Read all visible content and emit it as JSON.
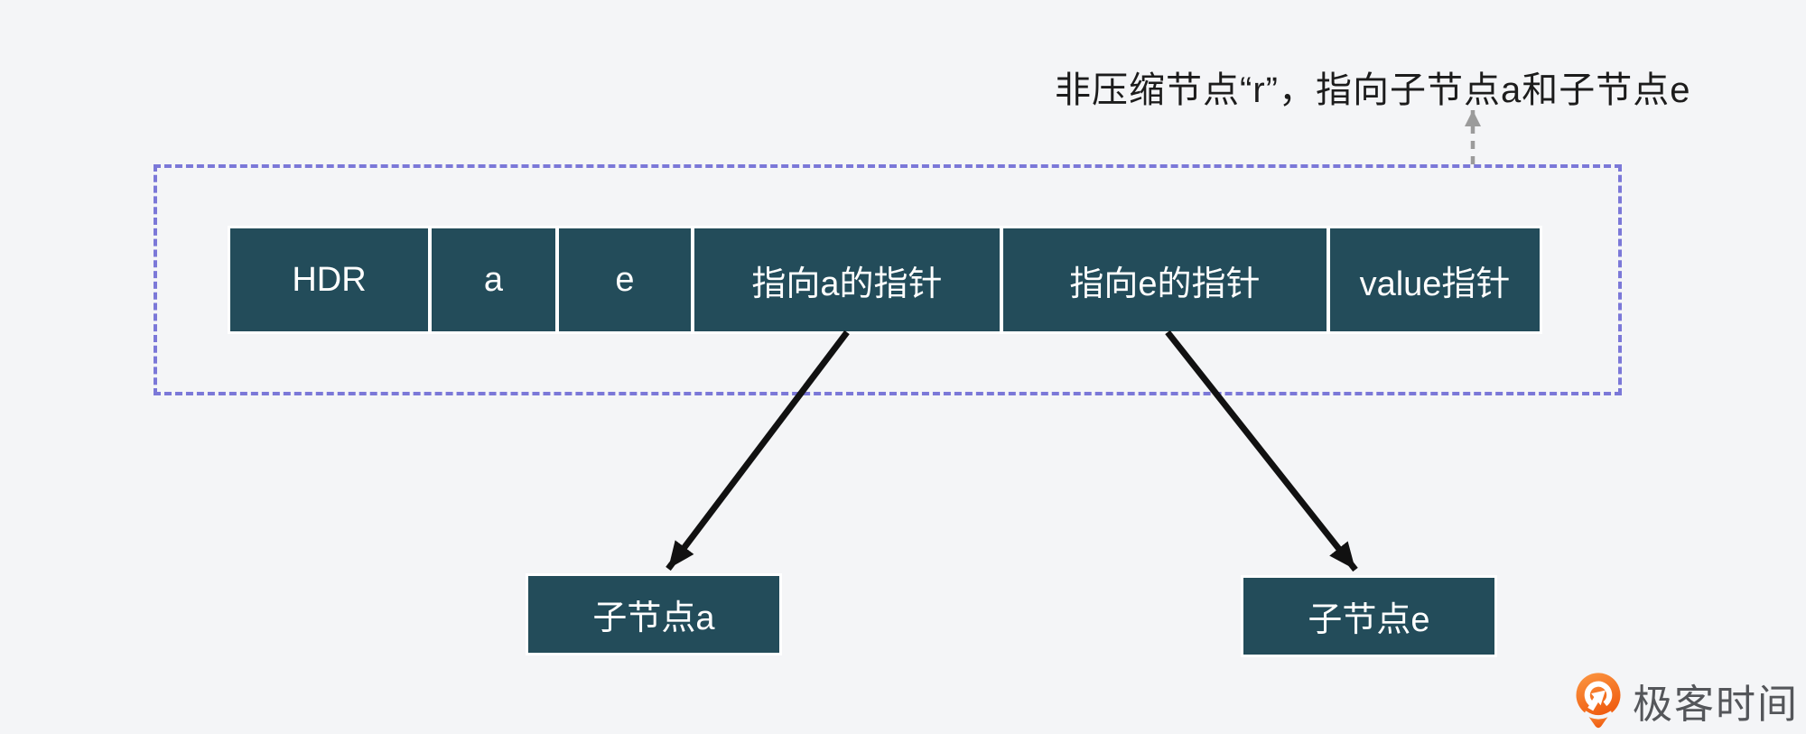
{
  "canvas": {
    "background": "#f4f5f7"
  },
  "annotation": {
    "text": "非压缩节点“r”，指向子节点a和子节点e"
  },
  "node_box": {
    "cells": [
      {
        "label": "HDR"
      },
      {
        "label": "a"
      },
      {
        "label": "e"
      },
      {
        "label": "指向a的指针"
      },
      {
        "label": "指向e的指针"
      },
      {
        "label": "value指针"
      }
    ]
  },
  "children": {
    "a": {
      "label": "子节点a"
    },
    "e": {
      "label": "子节点e"
    }
  },
  "logo": {
    "text": "极客时间"
  },
  "colors": {
    "cell_bg": "#234c5a",
    "cell_text": "#ffffff",
    "dashed_border": "#7b78d8",
    "black_arrow": "#111111",
    "callout_arrow": "#9b9b9b",
    "logo_orange": "#f4641c",
    "logo_text": "#54565a"
  }
}
